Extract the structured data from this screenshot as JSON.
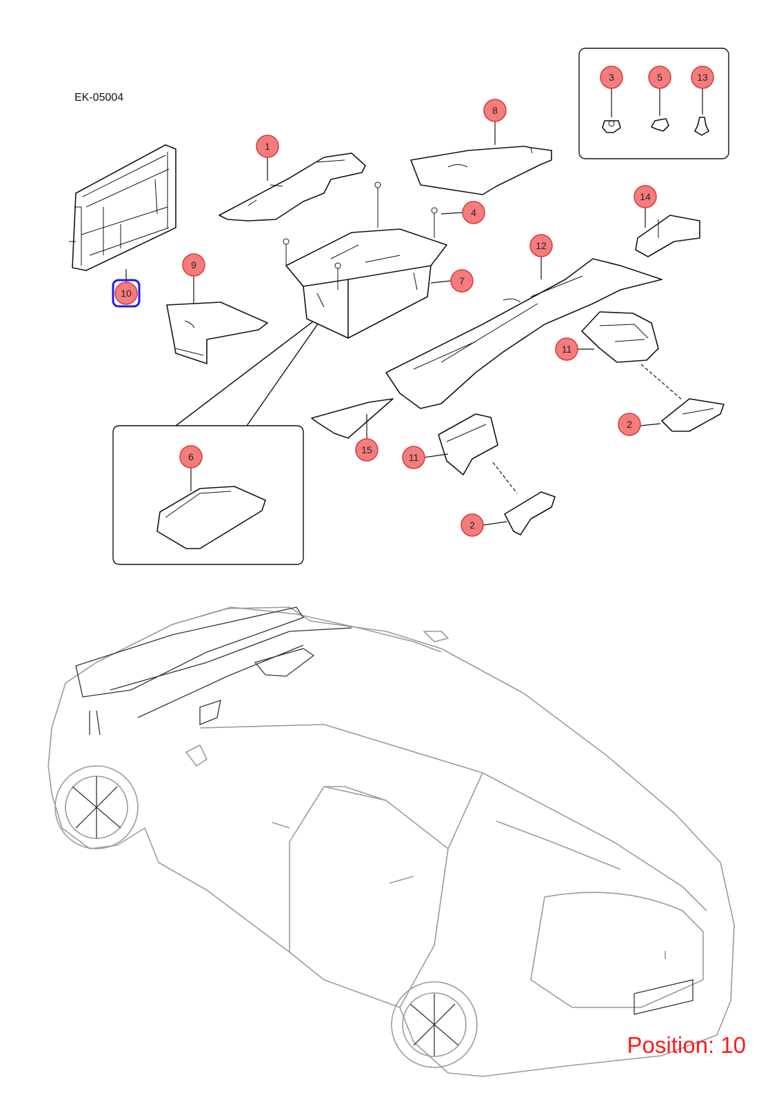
{
  "diagram": {
    "doc_code": "EK-05004",
    "position_label": "Position: 10",
    "selected_callout": "10",
    "callouts": {
      "c1": "1",
      "c2a": "2",
      "c2b": "2",
      "c3": "3",
      "c4": "4",
      "c5": "5",
      "c6": "6",
      "c7": "7",
      "c8": "8",
      "c9": "9",
      "c10": "10",
      "c11a": "11",
      "c11b": "11",
      "c12": "12",
      "c13": "13",
      "c14": "14",
      "c15": "15"
    },
    "colors": {
      "callout_fill": "#f47c7c",
      "selection_outline": "#1a1aff",
      "position_text": "#ff1a1a"
    }
  }
}
